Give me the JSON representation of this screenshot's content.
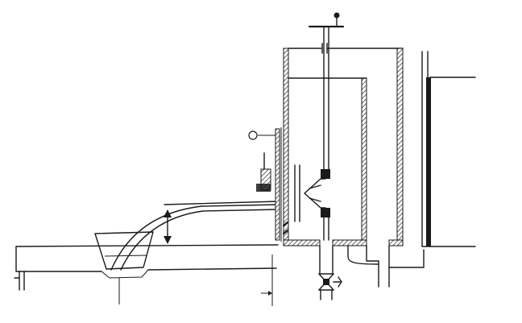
{
  "diagram": {
    "type": "schematic",
    "labels": [],
    "colors": {
      "stroke": "#1a1a1a",
      "background": "#ffffff"
    },
    "parts": [
      "channel",
      "vessel",
      "jet",
      "measuring-tank",
      "gauge-tube",
      "valve",
      "handwheel",
      "vertical-rod",
      "flow-deflector",
      "jet-height-arrow"
    ]
  }
}
